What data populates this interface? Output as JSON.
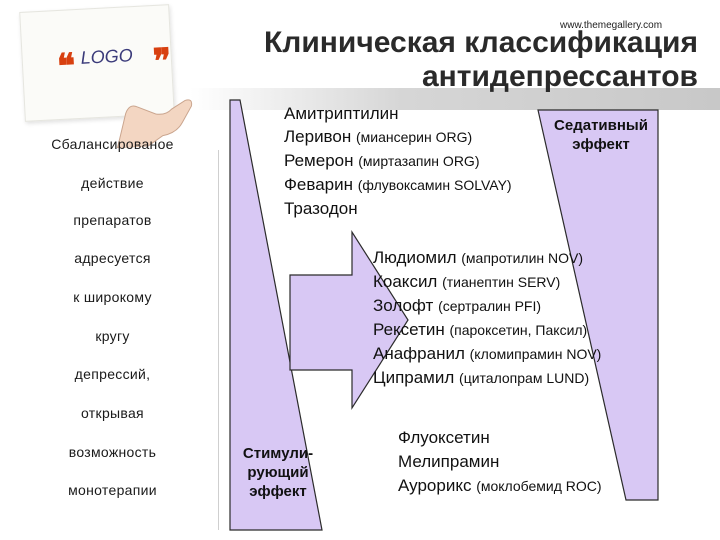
{
  "logo": {
    "text": "LOGO",
    "quote_open": "❝",
    "quote_close": "❞"
  },
  "site_url": "www.themegallery.com",
  "title": {
    "line1": "Клиническая классификация",
    "line2": "антидепрессантов"
  },
  "left_text": [
    "Сбалансированое",
    "действие",
    "препаратов",
    "адресуется",
    "к широкому",
    "кругу",
    "депрессий,",
    "открывая",
    "возможность",
    "монотерапии"
  ],
  "sedative": {
    "label_line1": "Седативный",
    "label_line2": "эффект",
    "drugs": [
      {
        "name": "Амитриптилин",
        "note": ""
      },
      {
        "name": "Леривон",
        "note": "(миансерин ORG)"
      },
      {
        "name": "Ремерон",
        "note": "(миртазапин ORG)"
      },
      {
        "name": "Феварин",
        "note": "(флувоксамин SOLVAY)"
      },
      {
        "name": "Тразодон",
        "note": ""
      }
    ]
  },
  "balanced": {
    "drugs": [
      {
        "name": "Людиомил",
        "note": "(мапротилин NOV)"
      },
      {
        "name": "Коаксил",
        "note": "(тианептин SERV)"
      },
      {
        "name": "Золофт",
        "note": "(сертралин PFI)"
      },
      {
        "name": "Рексетин",
        "note": "(пароксетин, Паксил)"
      },
      {
        "name": "Анафранил",
        "note": "(кломипрамин NOV)"
      },
      {
        "name": "Ципрамил",
        "note": "(циталопрам LUND)"
      }
    ]
  },
  "stimulating": {
    "label_lines": [
      "Стимули-",
      "рующий",
      "эффект"
    ],
    "drugs": [
      {
        "name": "Флуоксетин",
        "note": ""
      },
      {
        "name": "Мелипрамин",
        "note": ""
      },
      {
        "name": "Аурорикс",
        "note": "(моклобемид ROC)"
      }
    ]
  },
  "colors": {
    "wedge_fill": "#d8c8f4",
    "wedge_stroke": "#2b2b2b",
    "logo_quote": "#d84010"
  }
}
